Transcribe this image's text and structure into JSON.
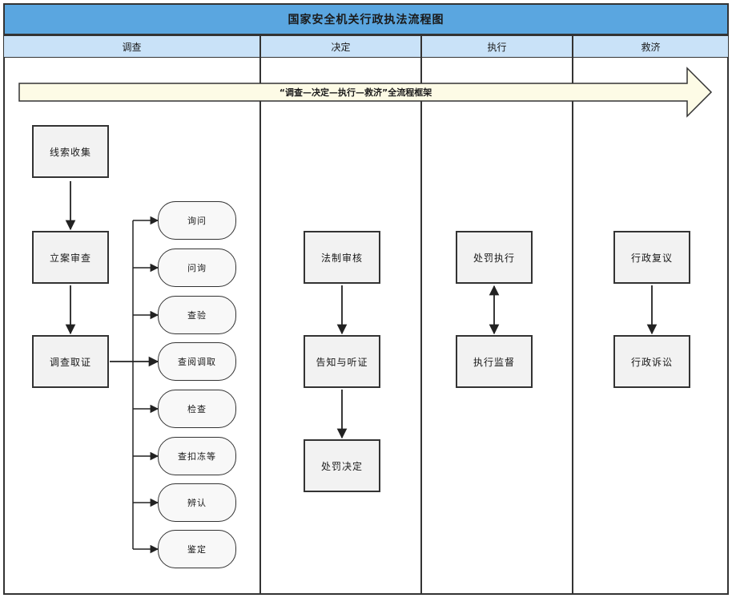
{
  "title": "国家安全机关行政执法流程图",
  "lanes": [
    {
      "label": "调查"
    },
    {
      "label": "决定"
    },
    {
      "label": "执行"
    },
    {
      "label": "救济"
    }
  ],
  "banner": "“调查—决定—执行—救济”全流程框架",
  "investigation": {
    "clue_collection": "线索收集",
    "case_filing": "立案审查",
    "evidence_collection": "调查取证",
    "methods": [
      "询问",
      "问询",
      "查验",
      "查阅调取",
      "检查",
      "查扣冻等",
      "辨认",
      "鉴定"
    ]
  },
  "decision": {
    "legal_review": "法制审核",
    "notice_hearing": "告知与听证",
    "penalty_decision": "处罚决定"
  },
  "execution": {
    "penalty_execution": "处罚执行",
    "execution_supervision": "执行监督"
  },
  "remedy": {
    "admin_reconsideration": "行政复议",
    "admin_litigation": "行政诉讼"
  },
  "colors": {
    "title_bg": "#5aa6e0",
    "lane_header_bg": "#c9e2f8",
    "banner_fill": "#fdfbe6",
    "box_fill": "#f2f2f2"
  }
}
